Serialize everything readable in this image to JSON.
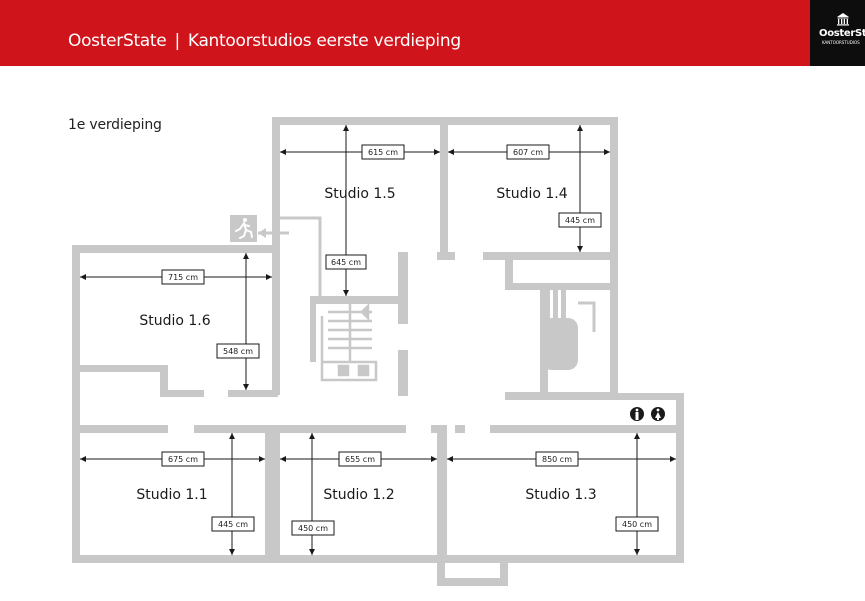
{
  "header": {
    "company": "OosterState",
    "separator": "|",
    "title": "Kantoorstudios eerste verdieping",
    "bg_color": "#d0141b"
  },
  "logo": {
    "name": "OosterState",
    "tagline": "KANTOORSTUDIOS",
    "icon": "building-icon"
  },
  "floor_label": "1e verdieping",
  "studios": {
    "s15": {
      "name": "Studio 1.5",
      "width": "615 cm",
      "depth": "645 cm"
    },
    "s14": {
      "name": "Studio 1.4",
      "width": "607 cm",
      "depth": "445 cm"
    },
    "s16": {
      "name": "Studio 1.6",
      "width": "715 cm",
      "depth": "548 cm"
    },
    "s11": {
      "name": "Studio 1.1",
      "width": "675 cm",
      "depth": "445 cm"
    },
    "s12": {
      "name": "Studio 1.2",
      "width": "655 cm",
      "depth": "450 cm"
    },
    "s13": {
      "name": "Studio 1.3",
      "width": "850 cm",
      "depth": "450 cm"
    }
  },
  "icons": [
    "emergency-exit-icon",
    "male-toilet-icon",
    "female-toilet-icon",
    "stairs-icon",
    "elevator-icon"
  ],
  "colors": {
    "wall": "#c8c8c8",
    "dimension_line": "#1a1a1a",
    "text": "#1a1a1a"
  }
}
